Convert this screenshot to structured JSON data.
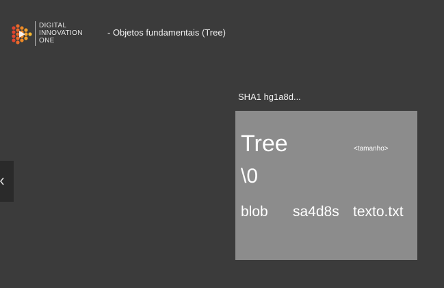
{
  "brand": {
    "line1": "DIGITAL",
    "line2": "INNOVATION",
    "line3": "ONE"
  },
  "slide": {
    "title": "- Objetos fundamentais (Tree)",
    "hash_label": "SHA1 hg1a8d...",
    "tree_box": {
      "heading": "Tree",
      "size_tag": "<tamanho>",
      "null_char": "\\0",
      "entry": {
        "type": "blob",
        "hash": "sa4d8s",
        "name": "texto.txt"
      }
    }
  },
  "nav": {
    "prev_icon": "chevron-left-icon"
  },
  "colors": {
    "background": "#3b3b3b",
    "box": "#8c8c8c",
    "logo_orange": "#f08a24",
    "logo_red": "#e2452f",
    "logo_yellow": "#f5b82e"
  }
}
